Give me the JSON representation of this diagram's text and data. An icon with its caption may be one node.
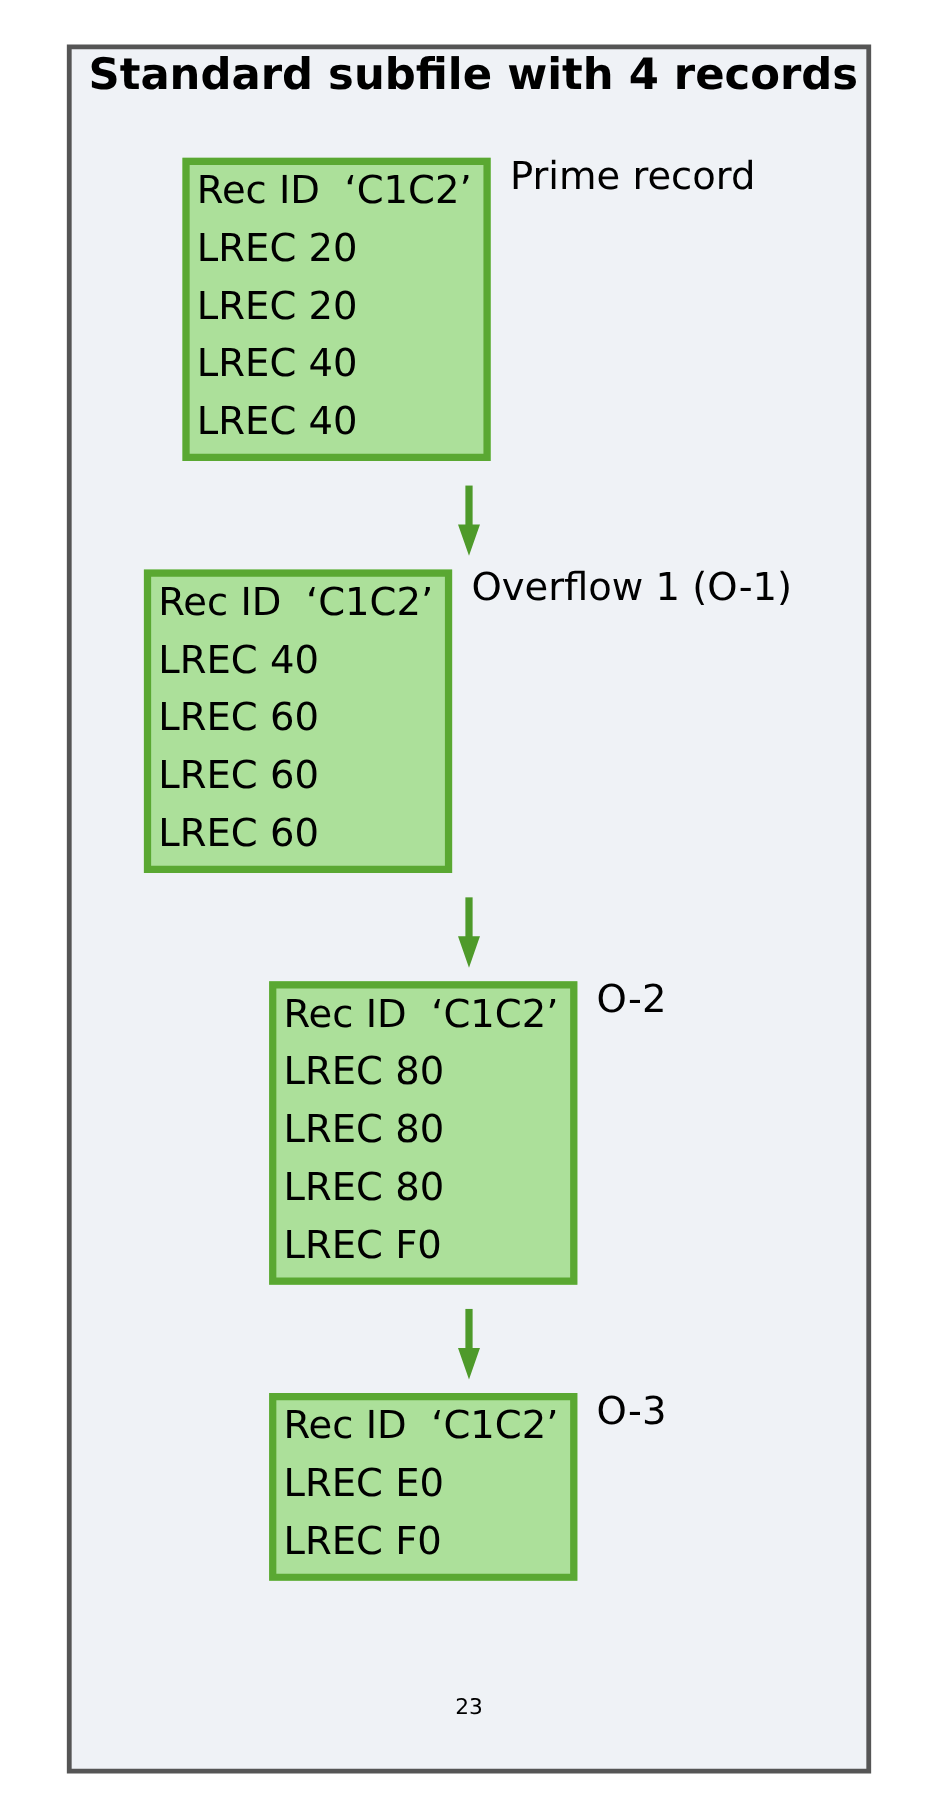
{
  "diagram": {
    "nodes": [
      {
        "text": [
          "Standard subfile with 4 records"
        ]
      },
      {
        "text": [
          "Rec ID  ‘C1C2’",
          "LREC 20",
          "LREC 20",
          "LREC 40",
          "LREC 40"
        ],
        "beside": [
          "Prime record"
        ],
        "in": 0
      },
      {
        "text": [
          "Rec ID  ‘C1C2’",
          "LREC 40",
          "LREC 60",
          "LREC 60",
          "LREC 60"
        ],
        "beside": [
          "Overflow 1 (O-1)"
        ],
        "in": 0
      },
      {
        "text": [
          "Rec ID  ‘C1C2’",
          "LREC 80",
          "LREC 80",
          "LREC 80",
          "LREC F0"
        ],
        "beside": [
          "O-2"
        ],
        "in": 0
      },
      {
        "text": [
          "Rec ID  ‘C1C2’",
          "LREC E0",
          "LREC F0"
        ],
        "beside": [
          "O-3"
        ],
        "in": 0
      }
    ],
    "edges": [
      {
        "from": 1,
        "to": 2,
        "arrow": "to"
      },
      {
        "from": 2,
        "to": 3,
        "arrow": "to"
      },
      {
        "from": 3,
        "to": 4,
        "arrow": "to"
      }
    ],
    "labels": [
      "23"
    ]
  }
}
